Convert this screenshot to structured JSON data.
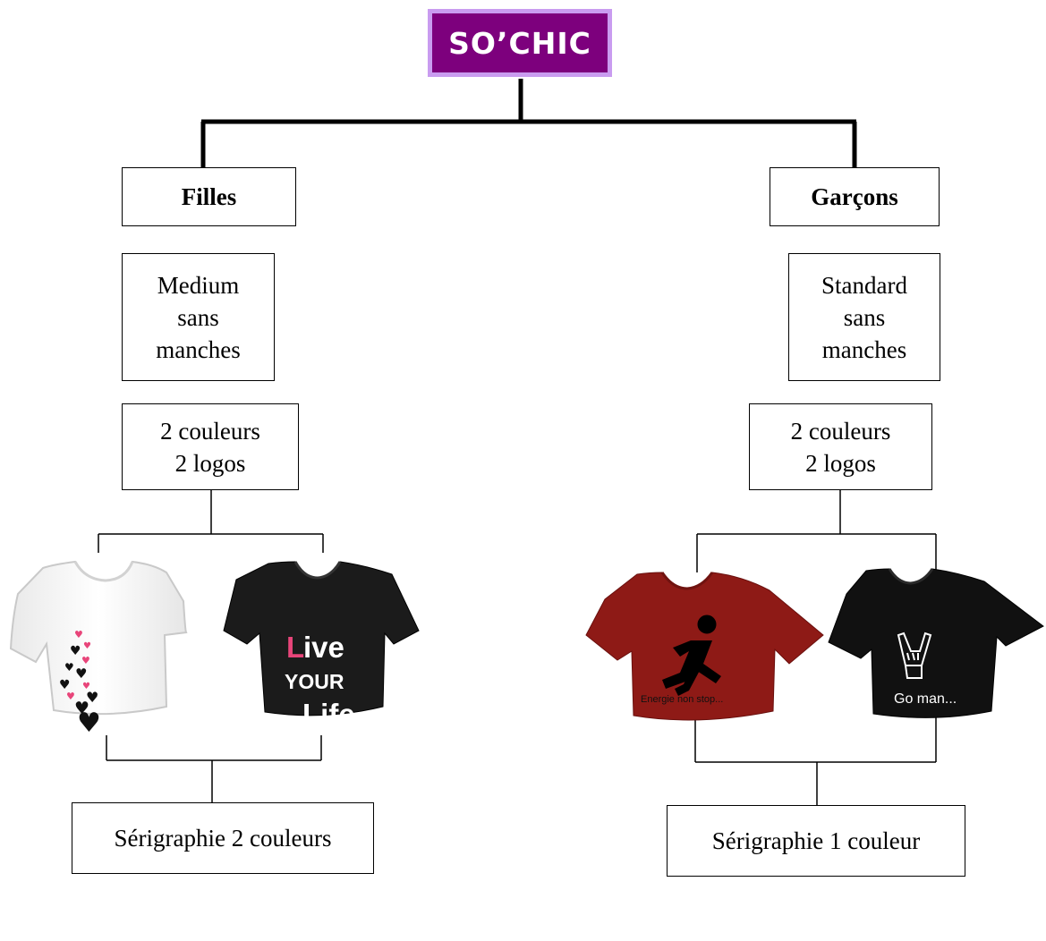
{
  "root": {
    "label": "SO’CHIC"
  },
  "colors": {
    "root_fill": "#7d007d",
    "root_border": "#c99cf0",
    "red_shirt": "#8e1a16",
    "pink": "#e8457a"
  },
  "left_branch": {
    "category": "Filles",
    "model": "Medium\nsans\nmanches",
    "options": "2 couleurs\n2 logos",
    "printing": "Sérigraphie 2 couleurs",
    "shirts": [
      {
        "color": "white",
        "design": "hearts-icon"
      },
      {
        "color": "black",
        "design": "text",
        "text_lines": [
          "Live",
          "YOUR",
          "Life"
        ]
      }
    ]
  },
  "right_branch": {
    "category": "Garçons",
    "model": "Standard\nsans\nmanches",
    "options": "2 couleurs\n2 logos",
    "printing": "Sérigraphie 1 couleur",
    "shirts": [
      {
        "color": "red",
        "design": "running-man-icon",
        "caption": "Energie non stop..."
      },
      {
        "color": "black",
        "design": "rock-hand-icon",
        "caption": "Go man..."
      }
    ]
  }
}
